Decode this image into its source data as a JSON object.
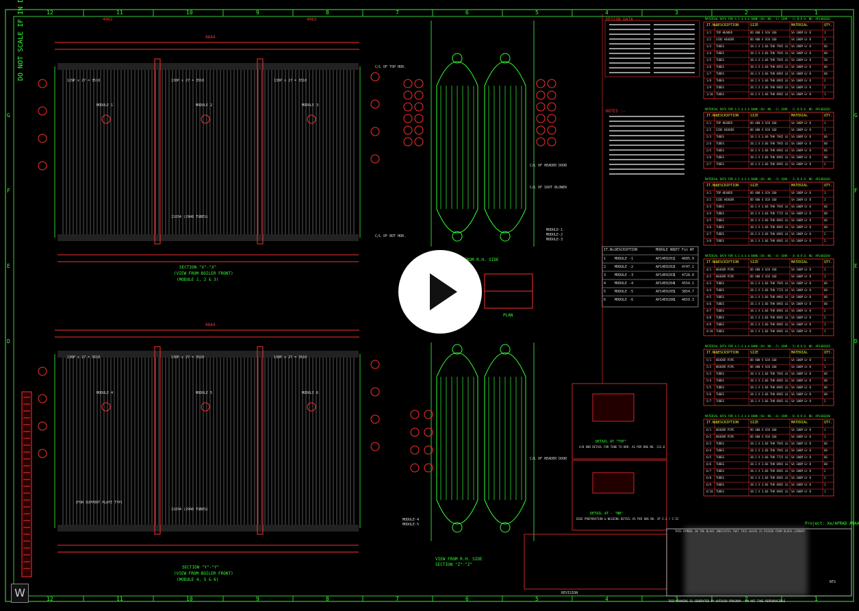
{
  "border": {
    "columns": [
      "12",
      "11",
      "10",
      "9",
      "8",
      "7",
      "6",
      "5",
      "4",
      "3",
      "2",
      "1"
    ],
    "rows": [
      "G",
      "F",
      "E",
      "D"
    ]
  },
  "side_note": "DO NOT SCALE IF IN DOUBT, ASK",
  "section_top": {
    "title": "SECTION \"X\"-\"X\"",
    "subtitle": "(VIEW FROM BOILER FRONT)",
    "modules": "(MODULE 1, 2 & 3)",
    "overall_dim": "4844",
    "side_dims": [
      "4062",
      "4062"
    ],
    "module_labels": [
      "MODULE 1",
      "MODULE 2",
      "MODULE 3"
    ],
    "tube_count": "11654 (2948 TUBES)",
    "pitch_labels": [
      "129P x 27 = 3510",
      "130P x 27 = 3510",
      "130P x 27 = 3510"
    ],
    "top_hdr": "C/L OF TOP HDR.",
    "bot_hdr": "C/L OF BOT HDR."
  },
  "section_bottom": {
    "title": "SECTION \"Y\"-\"Y\"",
    "subtitle": "(VIEW FROM BOILER FRONT)",
    "modules": "(MODULE 4, 5 & 6)",
    "module_labels": [
      "MODULE 4",
      "MODULE 5",
      "MODULE 6"
    ],
    "tube_count": "11654 (2948 TUBES)",
    "support_label": "(FOR SUPPORT PLATE TYP)",
    "pitch_labels": [
      "130P x 27 = 3510",
      "130P x 27 = 3510",
      "130P x 27 = 3510"
    ]
  },
  "side_view_top": {
    "title": "VIEW FROM R.H. SIDE",
    "labels": [
      "C/L OF HEADER DOOR",
      "C/L OF SOOT BLOWER",
      "MODULE-1",
      "MODULE-2",
      "MODULE-3"
    ]
  },
  "side_view_bottom": {
    "title": "VIEW FROM R.H. SIDE",
    "section": "SECTION \"Z\"-\"Z\"",
    "labels": [
      "MODULE-4",
      "MODULE-5",
      "C/L OF HEADER DOOR"
    ]
  },
  "plan_label": "PLAN",
  "design_data_title": "DESIGN DATA :-",
  "notes_title": "NOTES :-",
  "detail_top": {
    "title": "DETAIL AT \"TOP\"",
    "note": "A/B END DETAIL FOR TUBE TO HDR. AS PER DWG NO. 112.H"
  },
  "detail_nn": {
    "title": "DETAIL AT - \"NN\"",
    "note": "EDGE PREPARATION & WELDING DETAIL AS PER DWG NO. 3P 2.3 / 2.52"
  },
  "module_table": {
    "headers": [
      "IT.No.",
      "DESCRIPTION",
      "MODULE NO.",
      "QTY",
      "Fin WT"
    ],
    "rows": [
      [
        "1",
        "MODULE -1",
        "AP14E0201",
        "1",
        "4605.9"
      ],
      [
        "2",
        "MODULE -2",
        "AP14E0202",
        "1",
        "4747.1"
      ],
      [
        "3",
        "MODULE -3",
        "AP14E0203",
        "1",
        "4728.0"
      ],
      [
        "4",
        "MODULE -4",
        "AP14E0204",
        "1",
        "4554.1"
      ],
      [
        "5",
        "MODULE -5",
        "AP14E0205",
        "1",
        "3854.7"
      ],
      [
        "6",
        "MODULE -6",
        "AP14E0206",
        "1",
        "4659.3"
      ]
    ]
  },
  "material_tables": {
    "headers": [
      "IT.No.",
      "DESCRIPTION",
      "SIZE",
      "MATERIAL",
      "QTY."
    ],
    "groups": [
      {
        "title": "MATERIAL DATA FOR 4.5.4.4.6 BANK (SH. NO. -1) (BAR - 1) B.R.O. NO. AP14E0201",
        "rows": [
          [
            "1/1",
            "TOP HEADER",
            "OD 400 X SCH 160",
            "SA 106M Gr B",
            "1"
          ],
          [
            "1/2",
            "SIDE HEADER",
            "OD 400 X SCH 160",
            "SA 106M Gr B",
            "1"
          ],
          [
            "1/3",
            "TUBES",
            "38.1 X 3.66 THK 7945 LG",
            "SA 106M Gr B",
            "66"
          ],
          [
            "1/4",
            "TUBES",
            "38.1 X 3.66 THK 7945 LG",
            "SA 106M Gr B",
            "60"
          ],
          [
            "1/5",
            "TUBES",
            "38.1 X 3.66 THK 7945 LG",
            "SA 106M Gr B",
            "50"
          ],
          [
            "1/6",
            "TUBES",
            "38.1 X 3.66 THK 6955 LG",
            "SA 106M Gr B",
            "66"
          ],
          [
            "1/7",
            "TUBES",
            "38.1 X 3.66 THK 6965 LG",
            "SA 106M Gr B",
            "60"
          ],
          [
            "1/8",
            "TUBES",
            "38.1 X 3.66 THK 6965 LG",
            "SA 106M Gr B",
            "2"
          ],
          [
            "1/9",
            "TUBES",
            "38.1 X 3.66 THK 6965 LG",
            "SA 106M Gr B",
            "2"
          ],
          [
            "1/10",
            "TUBES",
            "38.1 X 3.66 THK 6965 LG",
            "SA 106M Gr B",
            "1"
          ]
        ]
      },
      {
        "title": "MATERIAL DATA FOR 4.5.4.4.6 BANK (SH. NO. -2) (BAR - 2) B.R.O. NO. AP14E0202",
        "rows": [
          [
            "2/1",
            "TOP HEADER",
            "OD 400 X SCH 160",
            "SA 106M Gr B",
            "1"
          ],
          [
            "2/2",
            "SIDE HEADER",
            "OD 400 X SCH 160",
            "SA 106M Gr B",
            "1"
          ],
          [
            "2/3",
            "TUBES",
            "38.1 X 3.66 THK 7945 LG",
            "SA 106M Gr B",
            "66"
          ],
          [
            "2/4",
            "TUBES",
            "38.1 X 3.66 THK 7945 LG",
            "SA 106M Gr B",
            "60"
          ],
          [
            "2/5",
            "TUBES",
            "38.1 X 3.66 THK 6965 LG",
            "SA 106M Gr B",
            "66"
          ],
          [
            "2/6",
            "TUBES",
            "38.1 X 3.66 THK 6965 LG",
            "SA 106M Gr B",
            "60"
          ],
          [
            "2/7",
            "TUBES",
            "38.1 X 3.66 THK 6965 LG",
            "SA 106M Gr B",
            "2"
          ]
        ]
      },
      {
        "title": "MATERIAL DATA FOR 4.5.4.4.6 BANK (SH. NO. -3) (BAR - 3) B.R.O. NO. AP14E0203",
        "rows": [
          [
            "3/1",
            "TOP HEADER",
            "OD 400 X SCH 160",
            "SA 106M Gr B",
            "1"
          ],
          [
            "3/2",
            "SIDE HEADER",
            "OD 400 X SCH 160",
            "SA 106M Gr B",
            "1"
          ],
          [
            "3/3",
            "TUBES",
            "38.1 X 3.66 THK 7945 LG",
            "SA 106M Gr B",
            "66"
          ],
          [
            "3/4",
            "TUBES",
            "38.1 X 3.66 THK 7725 LG",
            "SA 106M Gr B",
            "60"
          ],
          [
            "3/5",
            "TUBES",
            "38.1 X 3.66 THK 6965 LG",
            "SA 106M Gr B",
            "66"
          ],
          [
            "3/6",
            "TUBES",
            "38.1 X 3.66 THK 6965 LG",
            "SA 106M Gr B",
            "60"
          ],
          [
            "3/7",
            "TUBES",
            "38.1 X 3.66 THK 6965 LG",
            "SA 106M Gr B",
            "2"
          ],
          [
            "3/8",
            "TUBES",
            "38.1 X 3.66 THK 6965 LG",
            "SA 106M Gr B",
            "2"
          ]
        ]
      },
      {
        "title": "MATERIAL DATA FOR 4.5.4.4.6 BANK (SH. NO. -4) (BAR - 4) B.R.O. NO. AP14E0204",
        "rows": [
          [
            "4/1",
            "HEADER PIPE",
            "OD 400 X SCH 160",
            "SA 106M Gr B",
            "1"
          ],
          [
            "4/2",
            "HEADER PIPE",
            "OD 400 X SCH 160",
            "SA 106M Gr B",
            "1"
          ],
          [
            "4/3",
            "TUBES",
            "38.1 X 3.66 THK 7945 LG",
            "SA 106M Gr B",
            "66"
          ],
          [
            "4/4",
            "TUBES",
            "38.1 X 3.66 THK 7725 LG",
            "SA 106M Gr B",
            "60"
          ],
          [
            "4/5",
            "TUBES",
            "38.1 X 3.66 THK 6965 LG",
            "SA 106M Gr B",
            "66"
          ],
          [
            "4/6",
            "TUBES",
            "38.1 X 3.66 THK 6965 LG",
            "SA 106M Gr B",
            "60"
          ],
          [
            "4/7",
            "TUBES",
            "38.1 X 3.66 THK 6965 LG",
            "SA 106M Gr B",
            "2"
          ],
          [
            "4/8",
            "TUBES",
            "38.1 X 3.66 THK 6965 LG",
            "SA 106M Gr B",
            "2"
          ],
          [
            "4/9",
            "TUBES",
            "38.1 X 3.66 THK 6965 LG",
            "SA 106M Gr B",
            "1"
          ],
          [
            "4/10",
            "TUBES",
            "38.1 X 3.66 THK 6965 LG",
            "SA 106M Gr B",
            "1"
          ]
        ]
      },
      {
        "title": "MATERIAL DATA FOR 4.5.4.4.6 BANK (SH. NO. -5) (BAR - 5) B.R.O. NO. AP14E0205",
        "rows": [
          [
            "5/1",
            "HEADER PIPE",
            "OD 400 X SCH 160",
            "SA 106M Gr B",
            "1"
          ],
          [
            "5/2",
            "HEADER PIPE",
            "OD 400 X SCH 160",
            "SA 106M Gr B",
            "1"
          ],
          [
            "5/3",
            "TUBES",
            "38.1 X 3.66 THK 7945 LG",
            "SA 106M Gr B",
            "66"
          ],
          [
            "5/4",
            "TUBES",
            "38.1 X 3.66 THK 6965 LG",
            "SA 106M Gr B",
            "60"
          ],
          [
            "5/5",
            "TUBES",
            "38.1 X 3.66 THK 6965 LG",
            "SA 106M Gr B",
            "66"
          ],
          [
            "5/6",
            "TUBES",
            "38.1 X 3.66 THK 6965 LG",
            "SA 106M Gr B",
            "60"
          ],
          [
            "5/7",
            "TUBES",
            "38.1 X 3.66 THK 6965 LG",
            "SA 106M Gr B",
            "2"
          ]
        ]
      },
      {
        "title": "MATERIAL DATA FOR 4.5.4.4.6 BANK (SH. NO. -6) (BAR - 6) B.R.O. NO. AP14E0206",
        "rows": [
          [
            "6/1",
            "HEADER PIPE",
            "OD 400 X SCH 160",
            "SA 106M Gr B",
            "1"
          ],
          [
            "6/2",
            "HEADER PIPE",
            "OD 400 X SCH 160",
            "SA 106M Gr B",
            "1"
          ],
          [
            "6/3",
            "TUBES",
            "38.1 X 3.66 THK 7945 LG",
            "SA 106M Gr B",
            "66"
          ],
          [
            "6/4",
            "TUBES",
            "38.1 X 3.66 THK 7945 LG",
            "SA 106M Gr B",
            "60"
          ],
          [
            "6/5",
            "TUBES",
            "38.1 X 3.66 THK 7725 LG",
            "SA 106M Gr B",
            "66"
          ],
          [
            "6/6",
            "TUBES",
            "38.1 X 3.66 THK 6965 LG",
            "SA 106M Gr B",
            "60"
          ],
          [
            "6/7",
            "TUBES",
            "38.1 X 3.66 THK 6965 LG",
            "SA 106M Gr B",
            "2"
          ],
          [
            "6/8",
            "TUBES",
            "38.1 X 3.66 THK 6965 LG",
            "SA 106M Gr B",
            "2"
          ],
          [
            "6/9",
            "TUBES",
            "38.1 X 3.66 THK 6965 LG",
            "SA 106M Gr B",
            "1"
          ],
          [
            "6/10",
            "TUBES",
            "38.1 X 3.66 THK 6965 LG",
            "SA 106M Gr B",
            "1"
          ]
        ]
      }
    ]
  },
  "title_block": {
    "project": "Project: Xe/APRAD AMAA",
    "symbol_note": "THIS SYMBOL IN THE BLOCK INDICATES THAT THIS BLOCK IS PICKED FROM BLOCK LIBRARY",
    "footer": "THIS DRAWING IS GENERATED BY AUTOCAD PROGRAM - DO NOT TAKE REPRODUCIBLE",
    "revision": "REVISION",
    "scale_label": "NTS"
  },
  "colors": {
    "background": "#000000",
    "border": "#33cc33",
    "red": "#ff3030",
    "green": "#33ff33",
    "white": "#dddddd",
    "yellow": "#eeee33"
  },
  "play_button": "play-icon",
  "watermark": "W"
}
